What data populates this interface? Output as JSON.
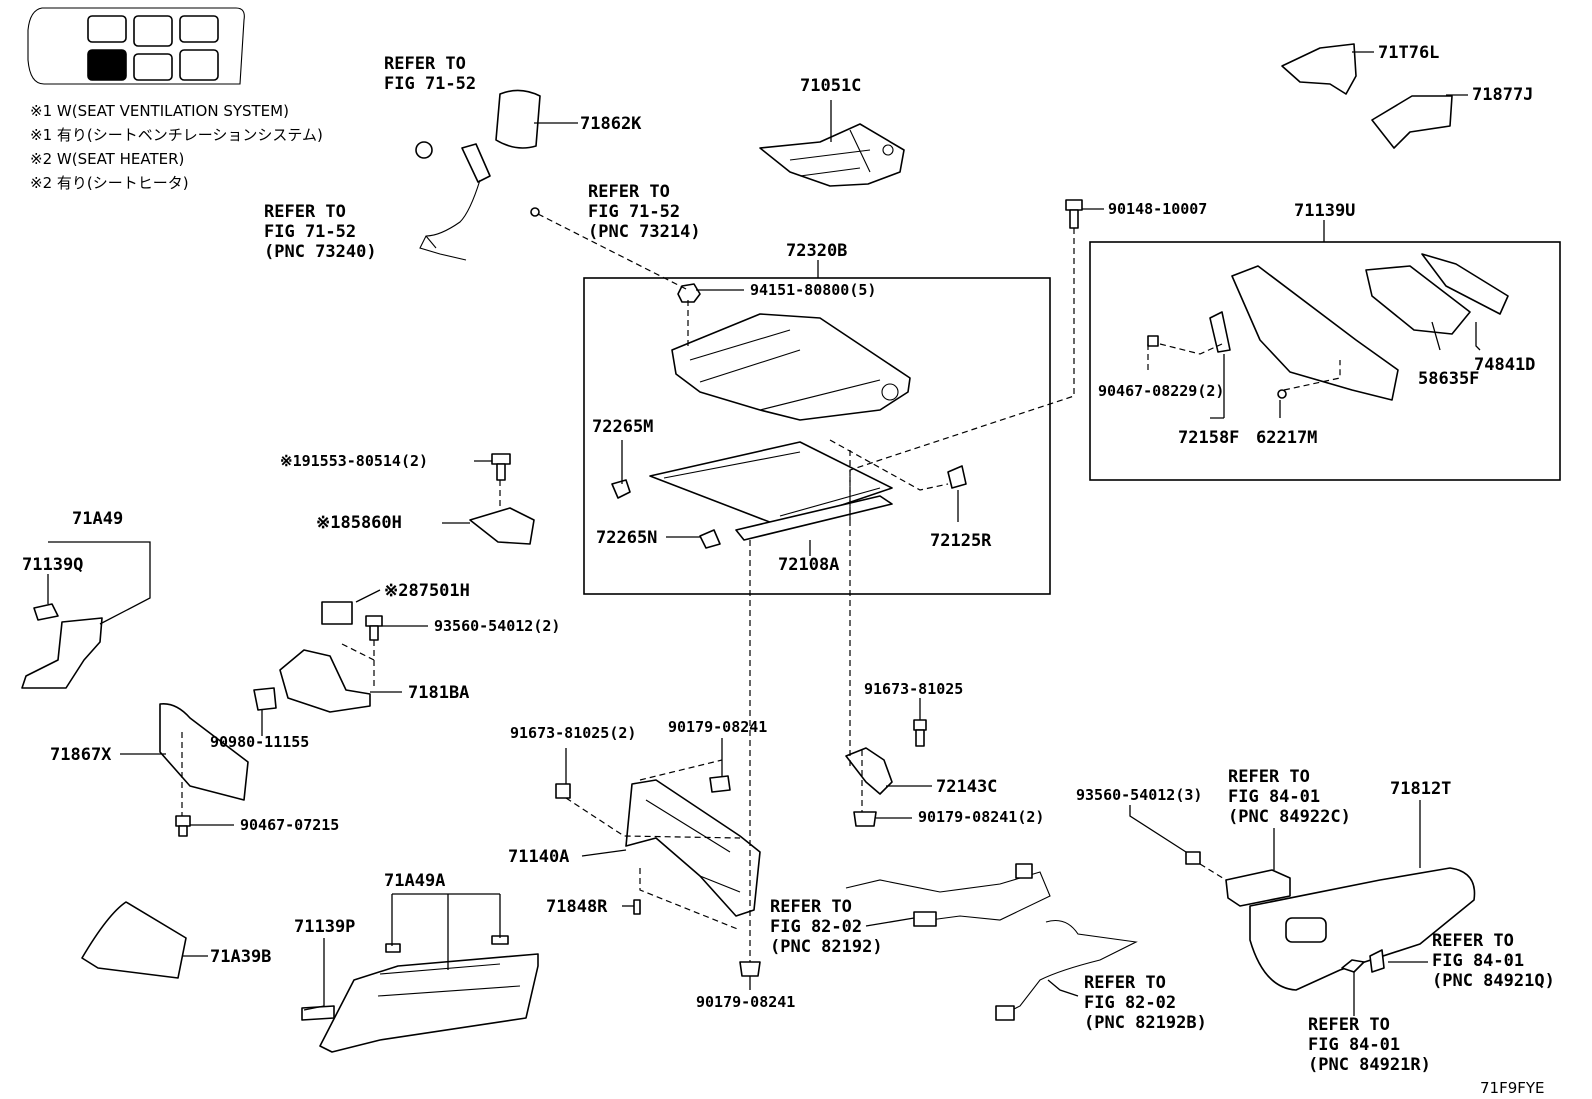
{
  "legend": {
    "notes": [
      "※1 W(SEAT VENTILATION SYSTEM)",
      "※1 有り(シートベンチレーションシステム)",
      "※2 W(SEAT HEATER)",
      "※2 有り(シートヒータ)"
    ]
  },
  "labels": {
    "ref_fig7152_top": [
      "REFER TO",
      "FIG 71-52"
    ],
    "ref_fig7152_pnc73240": [
      "REFER TO",
      "FIG 71-52",
      "(PNC 73240)"
    ],
    "ref_fig7152_pnc73214": [
      "REFER TO",
      "FIG 71-52",
      "(PNC 73214)"
    ],
    "p71862K": "71862K",
    "p71051C": "71051C",
    "p71T76L": "71T76L",
    "p71877J": "71877J",
    "p90148_10007": "90148-10007",
    "p71139U": "71139U",
    "p72320B": "72320B",
    "p94151_80800": "94151-80800(5)",
    "p74841D": "74841D",
    "p58635F": "58635F",
    "p90467_08229": "90467-08229(2)",
    "p72158F": "72158F",
    "p62217M": "62217M",
    "p72265M": "72265M",
    "p91553_80514": "※191553-80514(2)",
    "p85860H": "※185860H",
    "p71A49": "71A49",
    "p71139Q": "71139Q",
    "p72265N": "72265N",
    "p72108A": "72108A",
    "p72125R": "72125R",
    "p87501H": "※287501H",
    "p93560_54012_2": "93560-54012(2)",
    "p7181BA": "7181BA",
    "p90980_11155": "90980-11155",
    "p71867X": "71867X",
    "p90467_07215": "90467-07215",
    "p91673_81025_single": "91673-81025",
    "p91673_81025_2": "91673-81025(2)",
    "p90179_08241_a": "90179-08241",
    "p72143C": "72143C",
    "p90179_08241_2": "90179-08241(2)",
    "p93560_54012_3": "93560-54012(3)",
    "ref_fig8401_pnc84922C": [
      "REFER TO",
      "FIG 84-01",
      "(PNC 84922C)"
    ],
    "p71812T": "71812T",
    "p71140A": "71140A",
    "p71A49A": "71A49A",
    "p71848R": "71848R",
    "ref_fig8202_pnc82192": [
      "REFER TO",
      "FIG 82-02",
      "(PNC 82192)"
    ],
    "p71139P": "71139P",
    "p71A39B": "71A39B",
    "p90179_08241_b": "90179-08241",
    "ref_fig8202_pnc82192B": [
      "REFER TO",
      "FIG 82-02",
      "(PNC 82192B)"
    ],
    "ref_fig8401_pnc84921Q": [
      "REFER TO",
      "FIG 84-01",
      "(PNC 84921Q)"
    ],
    "ref_fig8401_pnc84921R": [
      "REFER TO",
      "FIG 84-01",
      "(PNC 84921R)"
    ],
    "figure_code": "71F9FYE"
  }
}
